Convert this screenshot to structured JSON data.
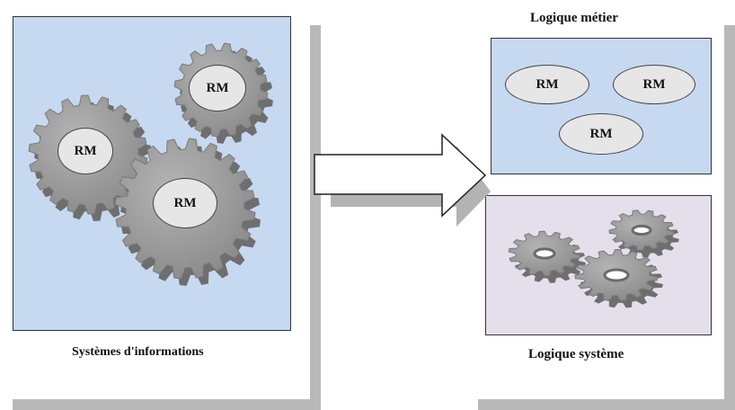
{
  "left_panel": {
    "caption": "Systèmes d'informations",
    "gear_labels": [
      "RM",
      "RM",
      "RM"
    ]
  },
  "right_top": {
    "title": "Logique métier",
    "oval_labels": [
      "RM",
      "RM",
      "RM"
    ]
  },
  "right_bottom": {
    "caption": "Logique système"
  },
  "colors": {
    "blue_panel": "#c6d9f1",
    "lavender_panel": "#e5dfec",
    "gear": "#9a9a9a",
    "gear_dark": "#6e6e6e",
    "shadow": "#b8b8b8"
  },
  "icons": [
    "gear-icon",
    "right-arrow-icon"
  ]
}
